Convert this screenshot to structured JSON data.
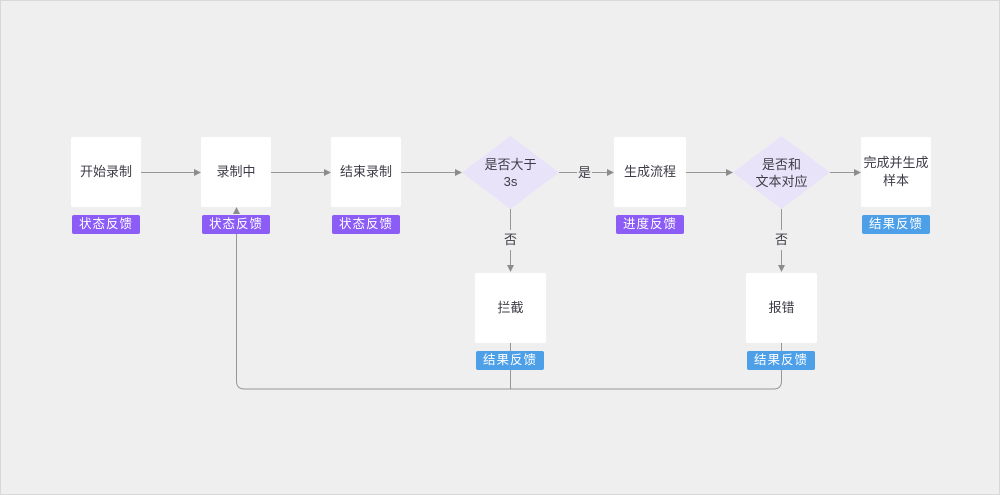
{
  "diagram": {
    "type": "flowchart",
    "nodes": {
      "start": {
        "label": "开始录制",
        "shape": "rect"
      },
      "recording": {
        "label": "录制中",
        "shape": "rect"
      },
      "end": {
        "label": "结束录制",
        "shape": "rect"
      },
      "duration_check": {
        "line1": "是否大于",
        "line2": "3s",
        "shape": "diamond"
      },
      "generate": {
        "label": "生成流程",
        "shape": "rect"
      },
      "text_match_check": {
        "line1": "是否和",
        "line2": "文本对应",
        "shape": "diamond"
      },
      "complete": {
        "line1": "完成并生成",
        "line2": "样本",
        "shape": "rect"
      },
      "intercept": {
        "label": "拦截",
        "shape": "rect"
      },
      "error": {
        "label": "报错",
        "shape": "rect"
      }
    },
    "badges": {
      "start": {
        "label": "状态反馈",
        "color": "#8B5CF6"
      },
      "recording": {
        "label": "状态反馈",
        "color": "#8B5CF6"
      },
      "end": {
        "label": "状态反馈",
        "color": "#8B5CF6"
      },
      "generate": {
        "label": "进度反馈",
        "color": "#8B5CF6"
      },
      "complete": {
        "label": "结果反馈",
        "color": "#4D9FE8"
      },
      "intercept": {
        "label": "结果反馈",
        "color": "#4D9FE8"
      },
      "error": {
        "label": "结果反馈",
        "color": "#4D9FE8"
      }
    },
    "edge_labels": {
      "yes": "是",
      "no_duration": "否",
      "no_text": "否"
    },
    "colors": {
      "background": "#EFEFEF",
      "border": "#D8D8D8",
      "node_fill": "#FFFFFF",
      "node_text": "#3C3C46",
      "diamond_fill": "#E8E3F8",
      "badge_purple": "#8B5CF6",
      "badge_blue": "#4D9FE8",
      "badge_text": "#FFFFFF",
      "connector": "#979797"
    }
  }
}
